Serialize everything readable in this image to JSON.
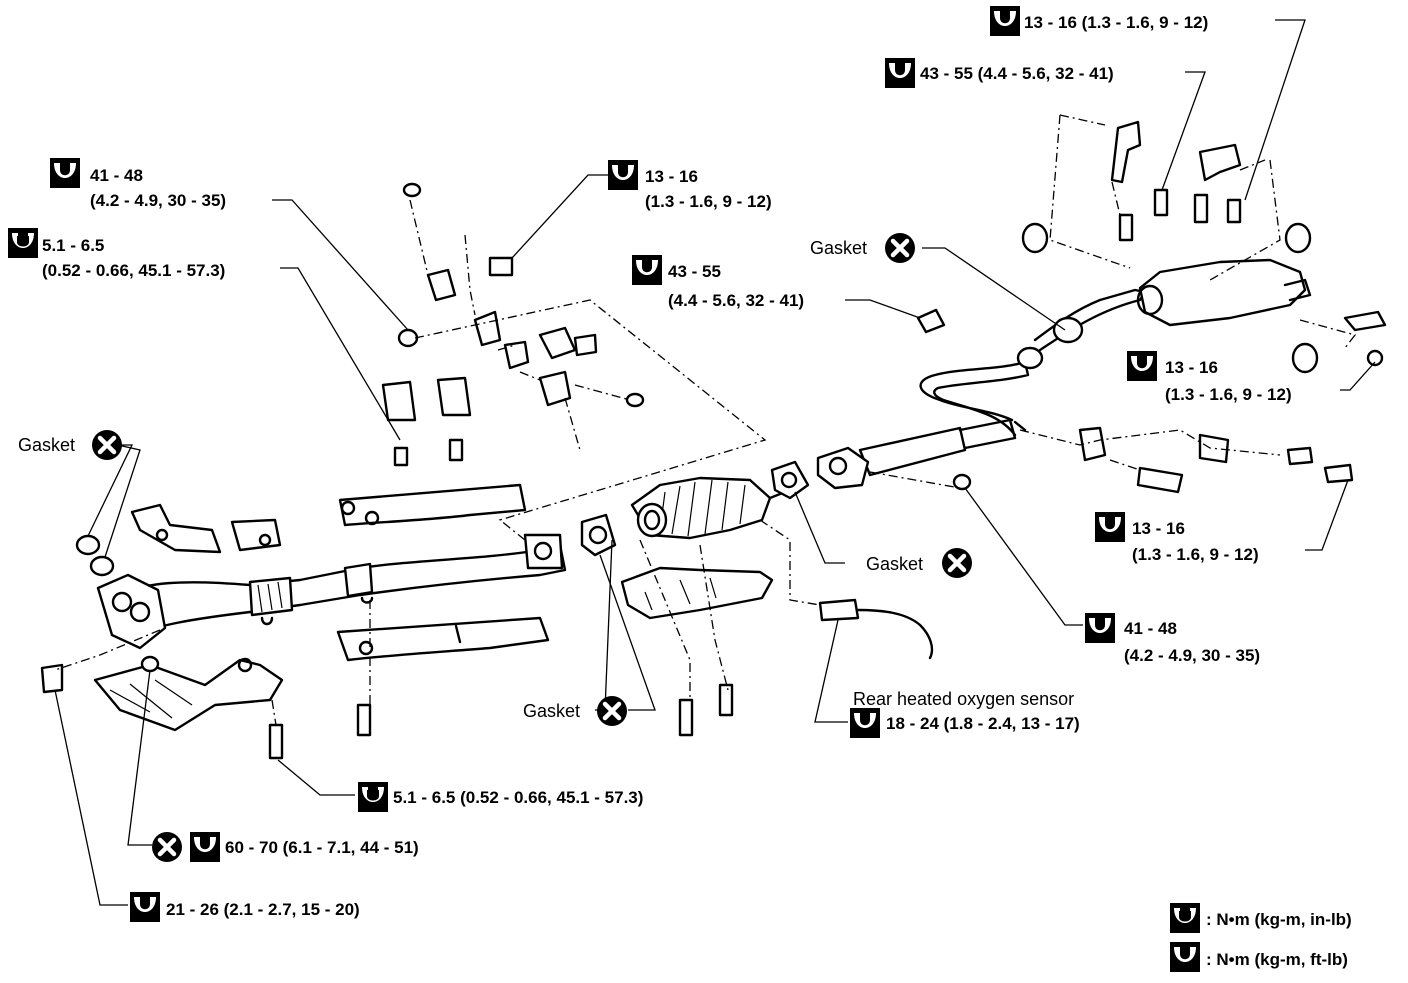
{
  "labels": {
    "top_right_1": "13 - 16 (1.3 - 1.6, 9 - 12)",
    "top_right_2": "43 - 55 (4.4 - 5.6, 32 - 41)",
    "left_41_a": "41 - 48",
    "left_41_b": "(4.2 - 4.9, 30 - 35)",
    "left_51_a": "5.1 - 6.5",
    "left_51_b": "(0.52 - 0.66, 45.1 - 57.3)",
    "upper_13_a": "13 - 16",
    "upper_13_b": "(1.3 - 1.6, 9 - 12)",
    "mid_43_a": "43 - 55",
    "mid_43_b": "(4.4 - 5.6, 32 - 41)",
    "right_13_a": "13 - 16",
    "right_13_b": "(1.3 - 1.6, 9 - 12)",
    "right2_13_a": "13 - 16",
    "right2_13_b": "(1.3 - 1.6, 9 - 12)",
    "right_41_a": "41 - 48",
    "right_41_b": "(4.2 - 4.9, 30 - 35)",
    "sensor_name": "Rear heated oxygen sensor",
    "sensor_torque": "18 - 24 (1.8 - 2.4, 13 - 17)",
    "bottom_51": "5.1 - 6.5 (0.52 - 0.66, 45.1 - 57.3)",
    "bottom_60": "60 - 70 (6.1 - 7.1, 44 - 51)",
    "bottom_21": "21 - 26 (2.1 - 2.7, 15 - 20)",
    "gasket": "Gasket",
    "legend_1": ": N•m (kg-m, in-lb)",
    "legend_2": ": N•m (kg-m, ft-lb)"
  }
}
